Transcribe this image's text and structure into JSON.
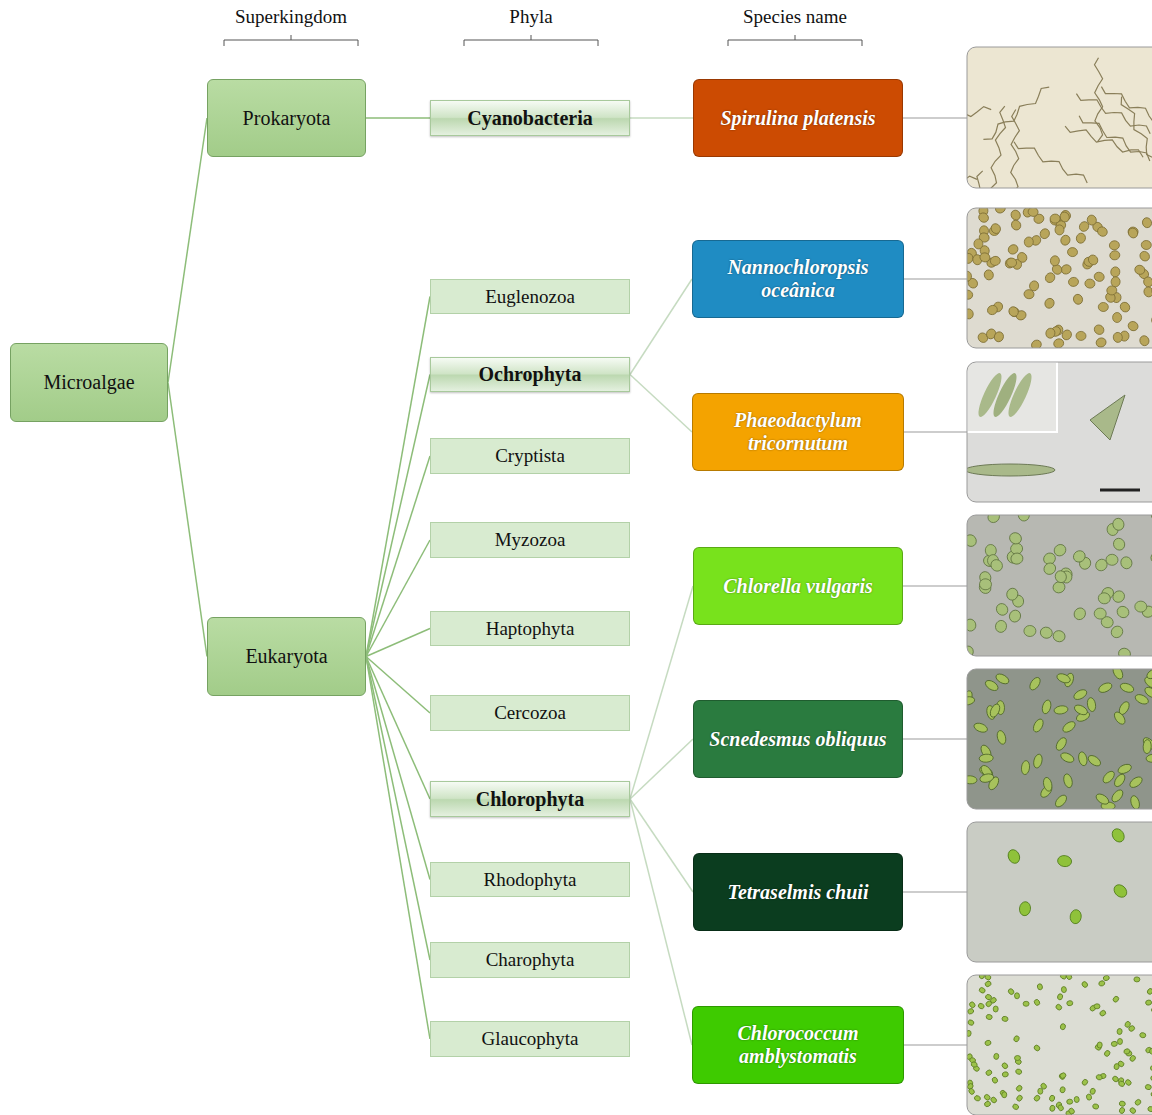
{
  "diagram": {
    "nodes": [
      {
        "text": [
          "Microalgae"
        ]
      },
      {
        "text": [
          "Prokaryota"
        ]
      },
      {
        "text": [
          "Eukaryota"
        ]
      },
      {
        "text": [
          "Cyanobacteria"
        ]
      },
      {
        "text": [
          "Euglenozoa"
        ]
      },
      {
        "text": [
          "Ochrophyta"
        ]
      },
      {
        "text": [
          "Cryptista"
        ]
      },
      {
        "text": [
          "Myzozoa"
        ]
      },
      {
        "text": [
          "Haptophyta"
        ]
      },
      {
        "text": [
          "Cercozoa"
        ]
      },
      {
        "text": [
          "Chlorophyta"
        ]
      },
      {
        "text": [
          "Rhodophyta"
        ]
      },
      {
        "text": [
          "Charophyta"
        ]
      },
      {
        "text": [
          "Glaucophyta"
        ]
      },
      {
        "text": [
          "Spirulina platensis"
        ]
      },
      {
        "text": [
          "Nannochloropsis oceânica"
        ]
      },
      {
        "text": [
          "Phaeodactylum tricornutum"
        ]
      },
      {
        "text": [
          "Chlorella vulgaris"
        ]
      },
      {
        "text": [
          "Scnedesmus obliquus"
        ]
      },
      {
        "text": [
          "Tetraselmis chuii"
        ]
      },
      {
        "text": [
          "Chlorococcum amblystomatis"
        ]
      }
    ],
    "edges": [
      {
        "from": 0,
        "to": 1,
        "arrow": "none"
      },
      {
        "from": 0,
        "to": 2,
        "arrow": "none"
      },
      {
        "from": 1,
        "to": 3,
        "arrow": "none"
      },
      {
        "from": 2,
        "to": 4,
        "arrow": "none"
      },
      {
        "from": 2,
        "to": 5,
        "arrow": "none"
      },
      {
        "from": 2,
        "to": 6,
        "arrow": "none"
      },
      {
        "from": 2,
        "to": 7,
        "arrow": "none"
      },
      {
        "from": 2,
        "to": 8,
        "arrow": "none"
      },
      {
        "from": 2,
        "to": 9,
        "arrow": "none"
      },
      {
        "from": 2,
        "to": 10,
        "arrow": "none"
      },
      {
        "from": 2,
        "to": 11,
        "arrow": "none"
      },
      {
        "from": 2,
        "to": 12,
        "arrow": "none"
      },
      {
        "from": 2,
        "to": 13,
        "arrow": "none"
      },
      {
        "from": 3,
        "to": 14,
        "arrow": "none"
      },
      {
        "from": 5,
        "to": 15,
        "arrow": "none"
      },
      {
        "from": 5,
        "to": 16,
        "arrow": "none"
      },
      {
        "from": 10,
        "to": 17,
        "arrow": "none"
      },
      {
        "from": 10,
        "to": 18,
        "arrow": "none"
      },
      {
        "from": 10,
        "to": 19,
        "arrow": "none"
      },
      {
        "from": 10,
        "to": 20,
        "arrow": "none"
      }
    ],
    "labels": [
      "Superkingdom",
      "Phyla",
      "Species name"
    ]
  }
}
